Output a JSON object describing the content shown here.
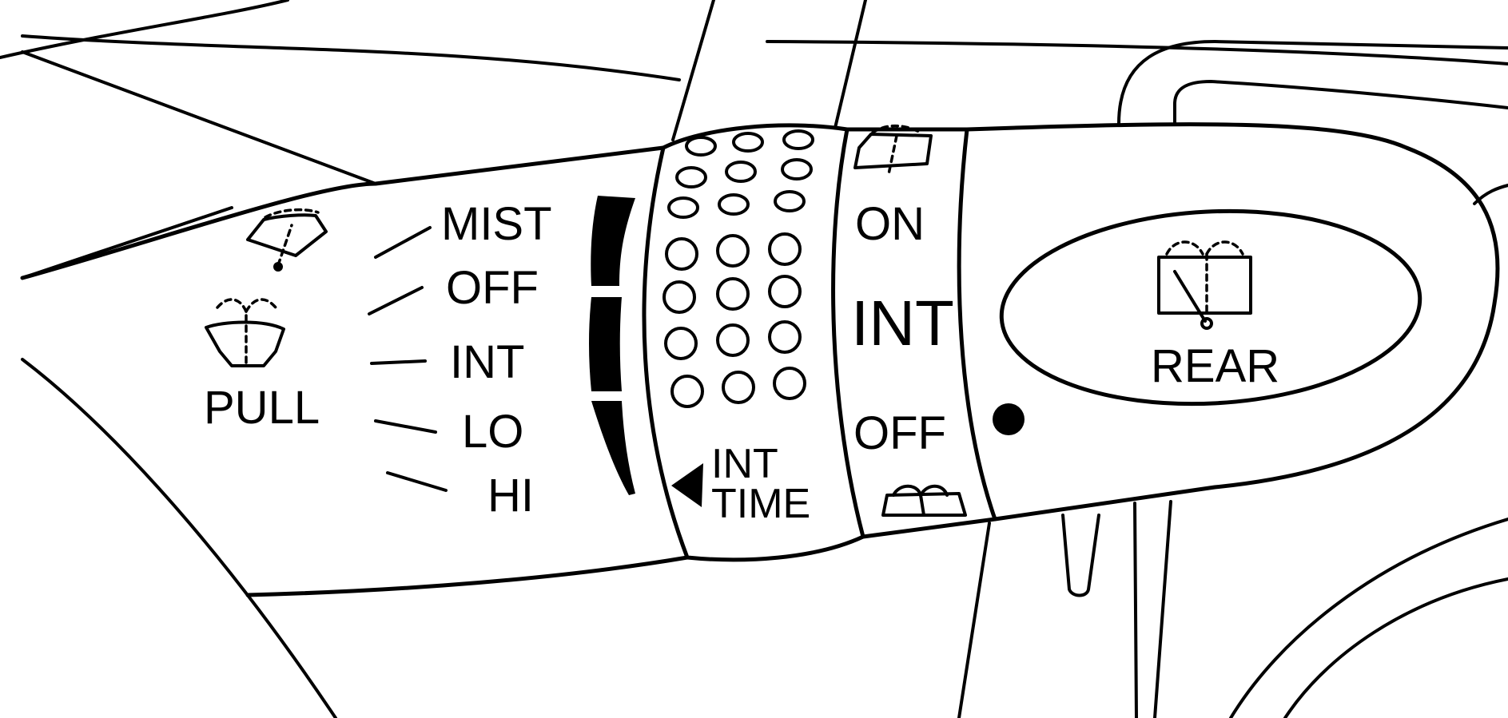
{
  "left_knob": {
    "positions": [
      "MIST",
      "OFF",
      "INT",
      "LO",
      "HI"
    ],
    "pull_label": "PULL",
    "icons": [
      "front-wiper-mist-icon",
      "washer-icon"
    ]
  },
  "int_time_ring": {
    "label_line1": "INT",
    "label_line2": "TIME",
    "arrow_icon": "arrow-left-icon"
  },
  "rear_ring": {
    "positions": [
      "ON",
      "INT",
      "OFF"
    ],
    "icons": [
      "rear-wiper-on-icon",
      "rear-washer-icon"
    ]
  },
  "rear_button": {
    "label": "REAR",
    "icon": "rear-wiper-icon"
  }
}
